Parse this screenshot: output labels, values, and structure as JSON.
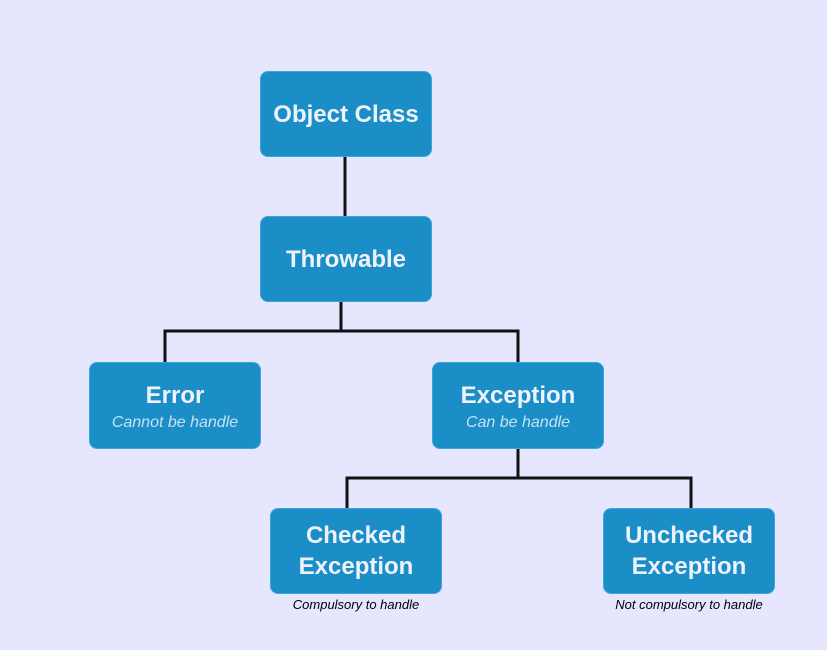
{
  "nodes": {
    "object_class": {
      "title": "Object Class"
    },
    "throwable": {
      "title": "Throwable"
    },
    "error": {
      "title": "Error",
      "subtitle": "Cannot be handle"
    },
    "exception": {
      "title": "Exception",
      "subtitle": "Can be handle"
    },
    "checked": {
      "title": "Checked Exception",
      "caption": "Compulsory to handle"
    },
    "unchecked": {
      "title": "Unchecked Exception",
      "caption": "Not compulsory to handle"
    }
  },
  "colors": {
    "background": "#e6e6fe",
    "node_fill": "#1b8ec7",
    "node_border": "#3aa6de",
    "node_text": "#eef3fb",
    "node_subtext": "#c8e2f3",
    "connector": "#111111"
  }
}
